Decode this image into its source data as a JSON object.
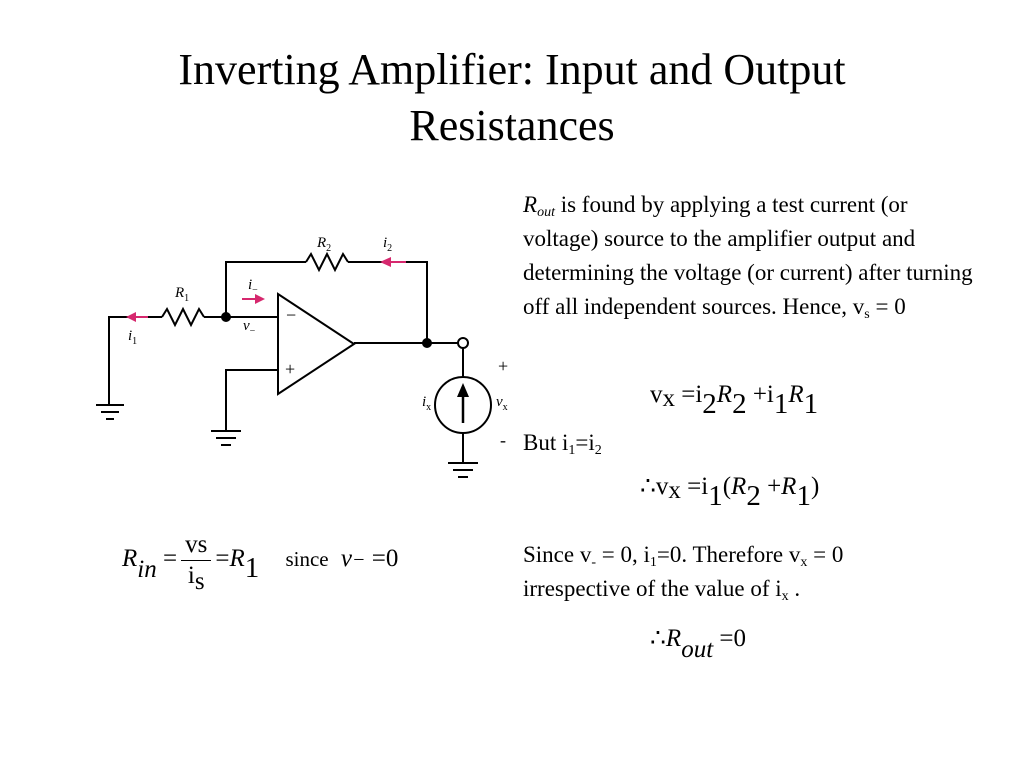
{
  "slide": {
    "title_line1": "Inverting Amplifier: Input and Output",
    "title_line2": "Resistances"
  },
  "circuit": {
    "r2": "R",
    "r2_sub": "2",
    "i2": "i",
    "i2_sub": "2",
    "r1": "R",
    "r1_sub": "1",
    "i_minus": "i",
    "i_minus_sub": "−",
    "v_minus": "v",
    "v_minus_sub": "−",
    "i1": "i",
    "i1_sub": "1",
    "minus_terminal": "−",
    "plus_terminal": "+",
    "ix": "i",
    "ix_sub": "x",
    "vx": "v",
    "vx_sub": "x",
    "out_plus": "+",
    "out_minus": "-"
  },
  "text": {
    "p1_var": "R",
    "p1_var_sub": "out",
    "p1_body": "is found by applying a  test current (or voltage) source to the amplifier output and determining the voltage (or current) after turning off all independent sources. Hence, v",
    "p1_vs_sub": "s",
    "p1_end": " = 0",
    "but_a": "But i",
    "but_sub1": "1",
    "but_b": "=i",
    "but_sub2": "2",
    "since_a": "Since v",
    "since_sub_minus": "-",
    "since_b": " = 0,  i",
    "since_sub1": "1",
    "since_c": "=0. Therefore v",
    "since_sub_x": "x",
    "since_d": " = 0",
    "irr_a": "irrespective of the value of i",
    "irr_sub_x": "x",
    "irr_b": " ."
  },
  "equations": {
    "eq1": {
      "v": "v",
      "x": "x",
      "eq": " =i",
      "s2a": "2",
      "R": "R",
      "s2b": "2",
      "plus": " +i",
      "s1a": "1",
      "R2": "R",
      "s1b": "1"
    },
    "eq2": {
      "therefore": "∴v",
      "x": "x",
      "eq": " =i",
      "s1": "1",
      "open": "(",
      "R": "R",
      "s2": "2",
      "plus": " +",
      "R2": "R",
      "s1b": "1",
      "close": ")"
    },
    "rin": {
      "R": "R",
      "sub": "in",
      "eq1": " =",
      "num_v": "v",
      "num_sub": "s",
      "den_i": "i",
      "den_sub": "s",
      "eq2": "=",
      "R1": "R",
      "R1_sub": "1",
      "since": "since",
      "v": "v",
      "v_sub": "−",
      "eq3": " =0"
    },
    "rout": {
      "therefore": "∴",
      "R": "R",
      "sub": "out",
      "eq": " =0"
    }
  }
}
